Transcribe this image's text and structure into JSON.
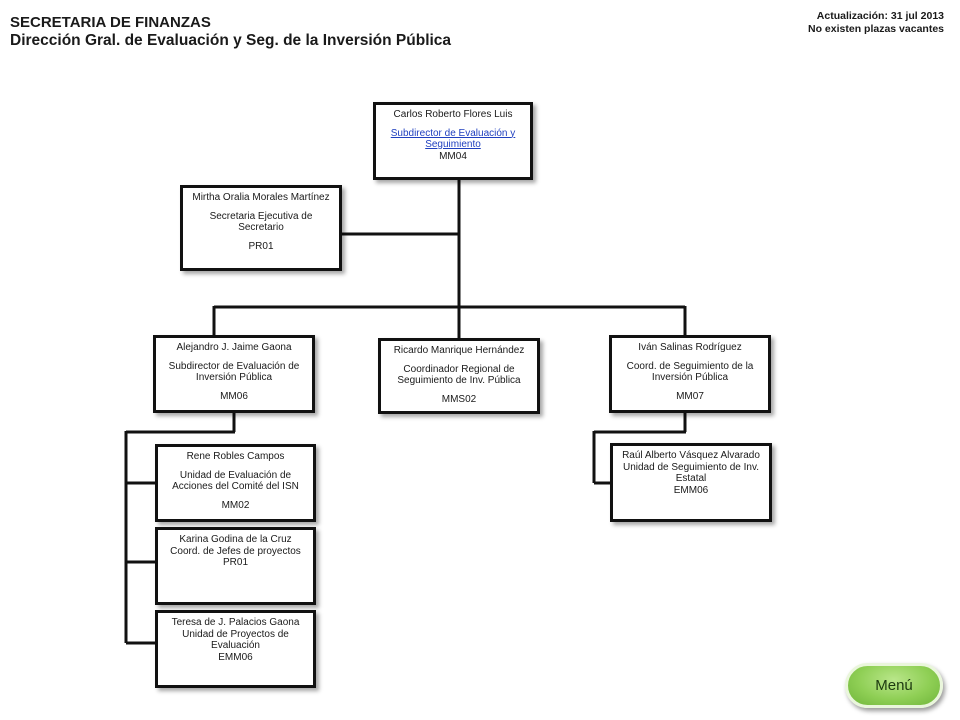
{
  "header": {
    "org": "SECRETARIA DE FINANZAS",
    "department": "Dirección Gral. de Evaluación y Seg. de la Inversión Pública",
    "update_date": "Actualización: 31 jul 2013",
    "vacancies": "No existen plazas vacantes"
  },
  "nodes": {
    "root": {
      "name": "Carlos Roberto Flores Luis",
      "title": "Subdirector de Evaluación y Seguimiento",
      "code": "MM04"
    },
    "assistant": {
      "name": "Mirtha Oralia Morales Martínez",
      "title": "Secretaria Ejecutiva de Secretario",
      "code": "PR01"
    },
    "left": {
      "name": "Alejandro J. Jaime Gaona",
      "title": "Subdirector de Evaluación de Inversión Pública",
      "code": "MM06"
    },
    "center": {
      "name": "Ricardo Manrique Hernández",
      "title": "Coordinador Regional de Seguimiento de Inv. Pública",
      "code": "MMS02"
    },
    "right": {
      "name": "Iván Salinas Rodríguez",
      "title": "Coord. de Seguimiento de la Inversión Pública",
      "code": "MM07"
    },
    "left_1": {
      "name": "Rene Robles Campos",
      "title": "Unidad de Evaluación de Acciones del Comité del ISN",
      "code": "MM02"
    },
    "left_2": {
      "name": "Karina Godina de la Cruz",
      "title": "Coord. de Jefes de proyectos",
      "code": "PR01"
    },
    "left_3": {
      "name": "Teresa de J. Palacios Gaona",
      "title": "Unidad de Proyectos de Evaluación",
      "code": "EMM06"
    },
    "right_1": {
      "name": "Raúl Alberto Vásquez Alvarado",
      "title": "Unidad de Seguimiento de Inv. Estatal",
      "code": "EMM06"
    }
  },
  "menu": {
    "label": "Menú"
  }
}
